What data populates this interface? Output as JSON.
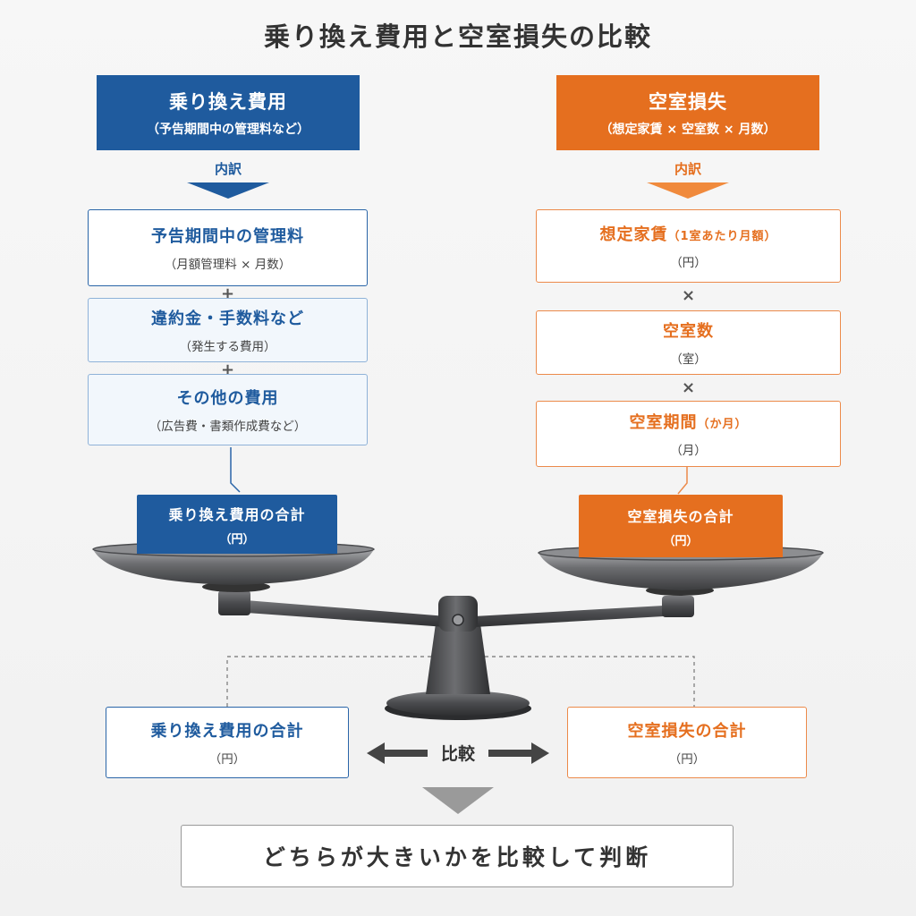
{
  "title": "乗り換え費用と空室損失の比較",
  "left": {
    "header_main": "乗り換え費用",
    "header_sub": "（予告期間中の管理料など）",
    "breakdown_label": "内訳",
    "items": [
      {
        "main": "予告期間中の管理料",
        "sub": "（月額管理料 × 月数）"
      },
      {
        "main": "違約金・手数料など",
        "sub": "（発生する費用）"
      },
      {
        "main": "その他の費用",
        "sub": "（広告費・書類作成費など）"
      }
    ],
    "operators": [
      "+",
      "+"
    ],
    "total_main": "乗り換え費用の合計",
    "total_sub": "（円）"
  },
  "right": {
    "header_main": "空室損失",
    "header_sub": "（想定家賃 × 空室数 × 月数）",
    "breakdown_label": "内訳",
    "items": [
      {
        "main": "想定家賃",
        "note": "（1室あたり月額）",
        "sub": "（円）"
      },
      {
        "main": "空室数",
        "note": "",
        "sub": "（室）"
      },
      {
        "main": "空室期間",
        "note": "（か月）",
        "sub": "（月）"
      }
    ],
    "operators": [
      "×",
      "×"
    ],
    "total_main": "空室損失の合計",
    "total_sub": "（円）"
  },
  "comparison": {
    "left_main": "乗り換え費用の合計",
    "left_sub": "（円）",
    "center_label": "比較",
    "right_main": "空室損失の合計",
    "right_sub": "（円）"
  },
  "verdict": "どちらが大きいかを比較して判断",
  "colors": {
    "blue": "#1f5b9e",
    "orange": "#e56f1f",
    "scale_metal": "#4a4b4e"
  }
}
